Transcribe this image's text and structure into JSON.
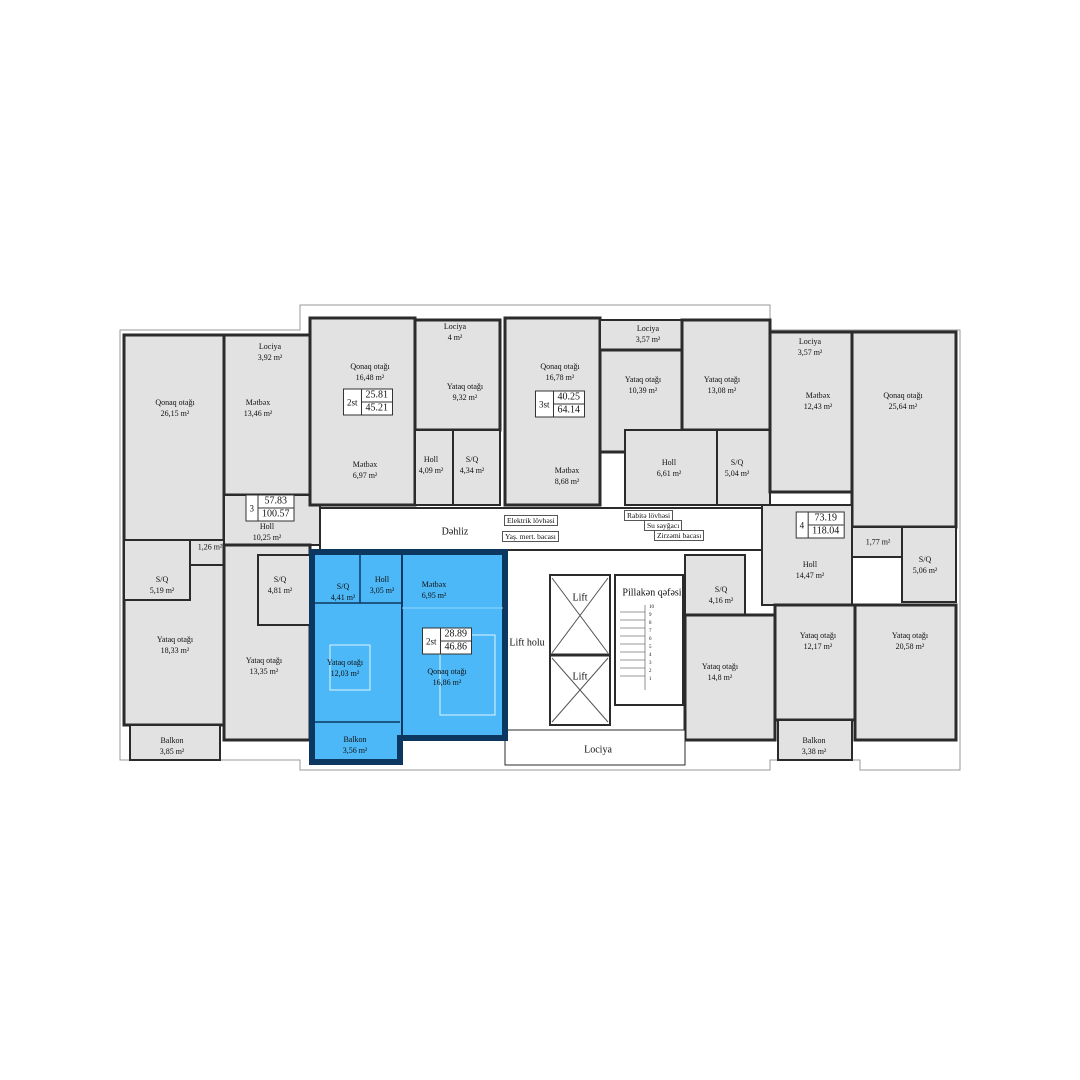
{
  "colors": {
    "room": "#e2e2e2",
    "wall": "#2b2b2b",
    "selected_fill": "#4cb8f7",
    "selected_outline": "#0c3761",
    "background": "#ffffff"
  },
  "apartments": {
    "apt3_left": {
      "type": "3",
      "living": "57.83",
      "total": "100.57",
      "rooms": [
        {
          "name": "Lociya",
          "area": "3,92 m²"
        },
        {
          "name": "Qonaq otağı",
          "area": "26,15 m²"
        },
        {
          "name": "Mətbəx",
          "area": "13,46 m²"
        },
        {
          "name": "Holl",
          "area": "10,25 m²"
        },
        {
          "name": "",
          "area": "1,26 m²"
        },
        {
          "name": "S/Q",
          "area": "5,19 m²"
        },
        {
          "name": "S/Q",
          "area": "4,81 m²"
        },
        {
          "name": "Yataq otağı",
          "area": "18,33 m²"
        },
        {
          "name": "Yataq otağı",
          "area": "13,35 m²"
        },
        {
          "name": "Balkon",
          "area": "3,85 m²"
        }
      ]
    },
    "apt2_top": {
      "type": "2st",
      "living": "25.81",
      "total": "45.21",
      "rooms": [
        {
          "name": "Qonaq otağı",
          "area": "16,48 m²"
        },
        {
          "name": "Lociya",
          "area": "4 m²"
        },
        {
          "name": "Yataq otağı",
          "area": "9,32 m²"
        },
        {
          "name": "Mətbəx",
          "area": "6,97 m²"
        },
        {
          "name": "Holl",
          "area": "4,09 m²"
        },
        {
          "name": "S/Q",
          "area": "4,34 m²"
        }
      ]
    },
    "apt3st": {
      "type": "3st",
      "living": "40.25",
      "total": "64.14",
      "rooms": [
        {
          "name": "Qonaq otağı",
          "area": "16,78 m²"
        },
        {
          "name": "Lociya",
          "area": "3,57 m²"
        },
        {
          "name": "Yataq otağı",
          "area": "10,39 m²"
        },
        {
          "name": "Yataq otağı",
          "area": "13,08 m²"
        },
        {
          "name": "Mətbəx",
          "area": "8,68 m²"
        },
        {
          "name": "Holl",
          "area": "6,61 m²"
        },
        {
          "name": "S/Q",
          "area": "5,04 m²"
        }
      ]
    },
    "apt4_right": {
      "type": "4",
      "living": "73.19",
      "total": "118.04",
      "rooms": [
        {
          "name": "Lociya",
          "area": "3,57 m²"
        },
        {
          "name": "Mətbəx",
          "area": "12,43 m²"
        },
        {
          "name": "Qonaq otağı",
          "area": "25,64 m²"
        },
        {
          "name": "",
          "area": "1,77 m²"
        },
        {
          "name": "Holl",
          "area": "14,47 m²"
        },
        {
          "name": "S/Q",
          "area": "5,06 m²"
        },
        {
          "name": "S/Q",
          "area": "4,16 m²"
        },
        {
          "name": "Yataq otağı",
          "area": "12,17 m²"
        },
        {
          "name": "Yataq otağı",
          "area": "20,58 m²"
        },
        {
          "name": "Yataq otağı",
          "area": "14,8 m²"
        },
        {
          "name": "Balkon",
          "area": "3,38 m²"
        }
      ]
    },
    "apt2_selected": {
      "type": "2st",
      "living": "28.89",
      "total": "46.86",
      "selected": true,
      "rooms": [
        {
          "name": "S/Q",
          "area": "4,41 m²"
        },
        {
          "name": "Holl",
          "area": "3,05 m²"
        },
        {
          "name": "Mətbəx",
          "area": "6,95 m²"
        },
        {
          "name": "Yataq otağı",
          "area": "12,03 m²"
        },
        {
          "name": "Qonaq otağı",
          "area": "16,86 m²"
        },
        {
          "name": "Balkon",
          "area": "3,56 m²"
        }
      ]
    }
  },
  "common": {
    "corridor": "Dəhliz",
    "lift": "Lift",
    "lift_hall": "Lift holu",
    "stairs": "Pillakən qəfəsi",
    "loggia": "Lociya",
    "stair_numbers": [
      "1",
      "2",
      "3",
      "4",
      "5",
      "6",
      "7",
      "8",
      "9",
      "10"
    ],
    "utilities": [
      "Elektrik lövhəsi",
      "Yaş. mert. bacası",
      "Rabitə lövhəsi",
      "Su sayğacı",
      "Zirzəmi bacası"
    ]
  }
}
